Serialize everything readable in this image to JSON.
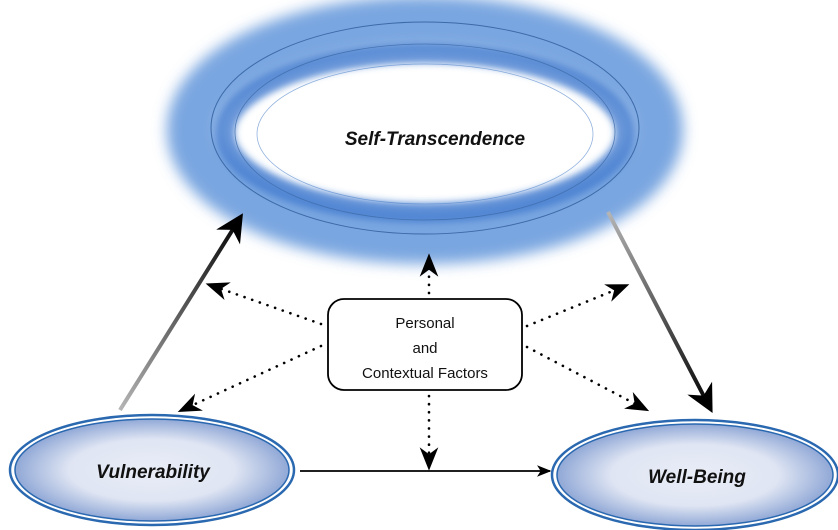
{
  "nodes": {
    "self_transcendence": {
      "label": "Self-Transcendence"
    },
    "vulnerability": {
      "label": "Vulnerability"
    },
    "well_being": {
      "label": "Well-Being"
    },
    "factors": {
      "lines": [
        "Personal",
        "and",
        "Contextual Factors"
      ]
    }
  },
  "edges": [
    {
      "from": "Vulnerability",
      "to": "Self-Transcendence",
      "style": "solid-gradient"
    },
    {
      "from": "Self-Transcendence",
      "to": "Well-Being",
      "style": "solid-gradient"
    },
    {
      "from": "Vulnerability",
      "to": "Well-Being",
      "style": "solid"
    },
    {
      "from": "Personal and Contextual Factors",
      "to": "Self-Transcendence",
      "style": "dotted"
    },
    {
      "from": "Personal and Contextual Factors",
      "to": "Well-Being",
      "style": "dotted"
    },
    {
      "from": "Personal and Contextual Factors",
      "to": "Vulnerability",
      "style": "dotted"
    },
    {
      "from": "Personal and Contextual Factors",
      "to": "Vulnerability-Self-Transcendence link",
      "style": "dotted"
    },
    {
      "from": "Personal and Contextual Factors",
      "to": "Self-Transcendence-Well-Being link",
      "style": "dotted"
    },
    {
      "from": "Personal and Contextual Factors",
      "to": "Vulnerability-Well-Being link",
      "style": "dotted"
    }
  ],
  "colors": {
    "ring_blue": "#3f7fd0",
    "ring_line": "#3d6fb0",
    "ellipse_border": "#2a68b0",
    "ellipse_fill_light": "#e8ecf6",
    "ellipse_fill_dark": "#7f9bd0",
    "text": "#111111",
    "arrow": "#000000",
    "arrow_fade": "#b0b0b0"
  }
}
